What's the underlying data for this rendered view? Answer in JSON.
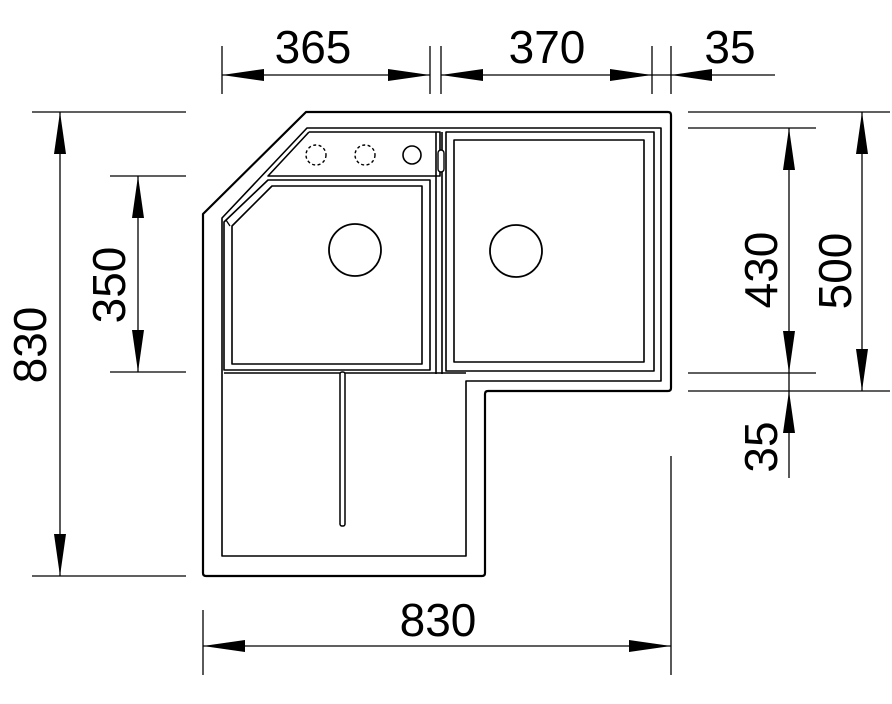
{
  "dimensions": {
    "top_left_width": "365",
    "top_mid_width": "370",
    "top_right_gap": "35",
    "left_total_depth": "830",
    "left_bowl_depth": "350",
    "right_bowl_depth": "430",
    "right_total_depth": "500",
    "right_lower_gap": "35",
    "bottom_total_width": "830"
  }
}
